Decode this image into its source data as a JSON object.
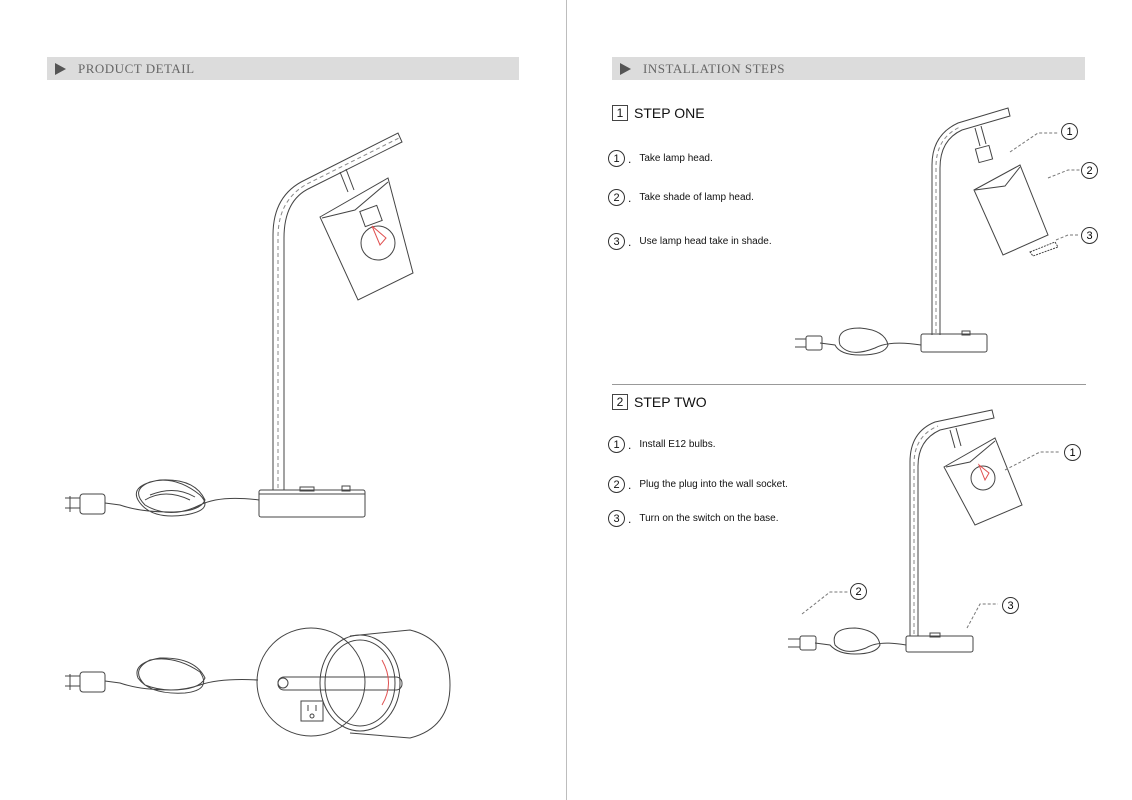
{
  "left": {
    "header": "PRODUCT DETAIL"
  },
  "right": {
    "header": "INSTALLATION STEPS",
    "step_one": {
      "number": "1",
      "title": "STEP ONE",
      "items": [
        {
          "marker": "1",
          "text": "Take lamp head."
        },
        {
          "marker": "2",
          "text": "Take shade of lamp head."
        },
        {
          "marker": "3",
          "text": "Use lamp head take in shade."
        }
      ],
      "callouts": [
        "1",
        "2",
        "3"
      ]
    },
    "step_two": {
      "number": "2",
      "title": "STEP TWO",
      "items": [
        {
          "marker": "1",
          "text": "Install E12 bulbs."
        },
        {
          "marker": "2",
          "text": "Plug the plug into the wall socket."
        },
        {
          "marker": "3",
          "text": "Turn on the switch on the base."
        }
      ],
      "callouts": [
        "1",
        "2",
        "3"
      ]
    },
    "separator": "."
  },
  "colors": {
    "header_bg": "#dcdcdc",
    "bulb_filament": "#e05050",
    "line": "#444444"
  }
}
